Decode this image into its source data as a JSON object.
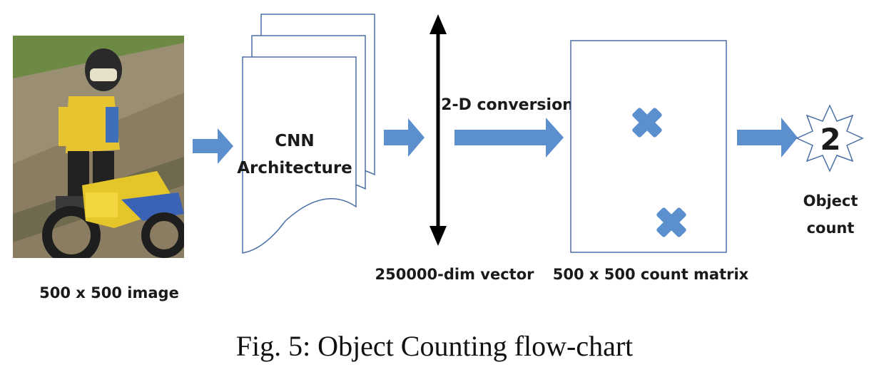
{
  "diagram": {
    "input_image_label": "500 x 500 image",
    "cnn_label_line1": "CNN",
    "cnn_label_line2": "Architecture",
    "vector_label": "250000-dim vector",
    "conversion_label": "2-D conversion",
    "matrix_label": "500 x 500 count matrix",
    "count_value": "2",
    "count_label_line1": "Object",
    "count_label_line2": "count"
  },
  "caption": "Fig. 5: Object Counting flow-chart",
  "colors": {
    "arrow_fill": "#5b8fce",
    "marker_fill": "#5b8fce",
    "box_stroke": "#4a6fa5",
    "vector_line": "#000000"
  },
  "icons": {
    "input_photo": "child-on-motorbike-photo",
    "marker": "x-mark-icon",
    "count_badge": "eight-point-star-icon"
  }
}
